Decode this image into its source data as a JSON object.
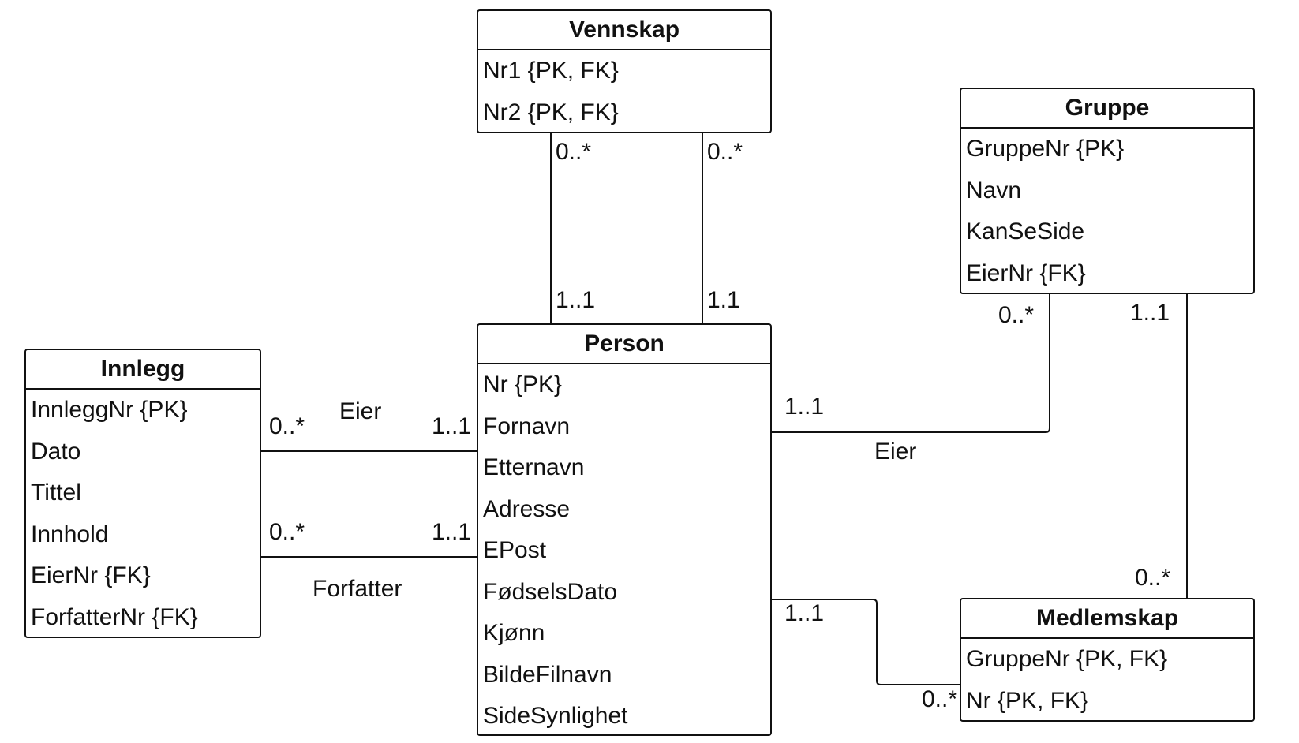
{
  "entities": {
    "vennskap": {
      "name": "Vennskap",
      "attributes": [
        "Nr1 {PK, FK}",
        "Nr2 {PK, FK}"
      ]
    },
    "gruppe": {
      "name": "Gruppe",
      "attributes": [
        "GruppeNr {PK}",
        "Navn",
        "KanSeSide",
        "EierNr {FK}"
      ]
    },
    "person": {
      "name": "Person",
      "attributes": [
        "Nr {PK}",
        "Fornavn",
        "Etternavn",
        "Adresse",
        "EPost",
        "FødselsDato",
        "Kjønn",
        "BildeFilnavn",
        "SideSynlighet"
      ]
    },
    "innlegg": {
      "name": "Innlegg",
      "attributes": [
        "InnleggNr {PK}",
        "Dato",
        "Tittel",
        "Innhold",
        "EierNr {FK}",
        "ForfatterNr {FK}"
      ]
    },
    "medlemskap": {
      "name": "Medlemskap",
      "attributes": [
        "GruppeNr {PK, FK}",
        "Nr {PK, FK}"
      ]
    }
  },
  "relationships": {
    "vennskap_nr1": {
      "from_mult": "0..*",
      "to_mult": "1..1"
    },
    "vennskap_nr2": {
      "from_mult": "0..*",
      "to_mult": "1.1"
    },
    "innlegg_eier": {
      "name": "Eier",
      "innlegg_mult": "0..*",
      "person_mult": "1..1"
    },
    "innlegg_forfatter": {
      "name": "Forfatter",
      "innlegg_mult": "0..*",
      "person_mult": "1..1"
    },
    "gruppe_eier": {
      "name": "Eier",
      "person_mult": "1..1",
      "gruppe_mult": "0..*"
    },
    "gruppe_medlemskap": {
      "gruppe_mult": "1..1",
      "medlemskap_mult": "0..*"
    },
    "person_medlemskap": {
      "person_mult": "1..1",
      "medlemskap_mult": "0..*"
    }
  }
}
